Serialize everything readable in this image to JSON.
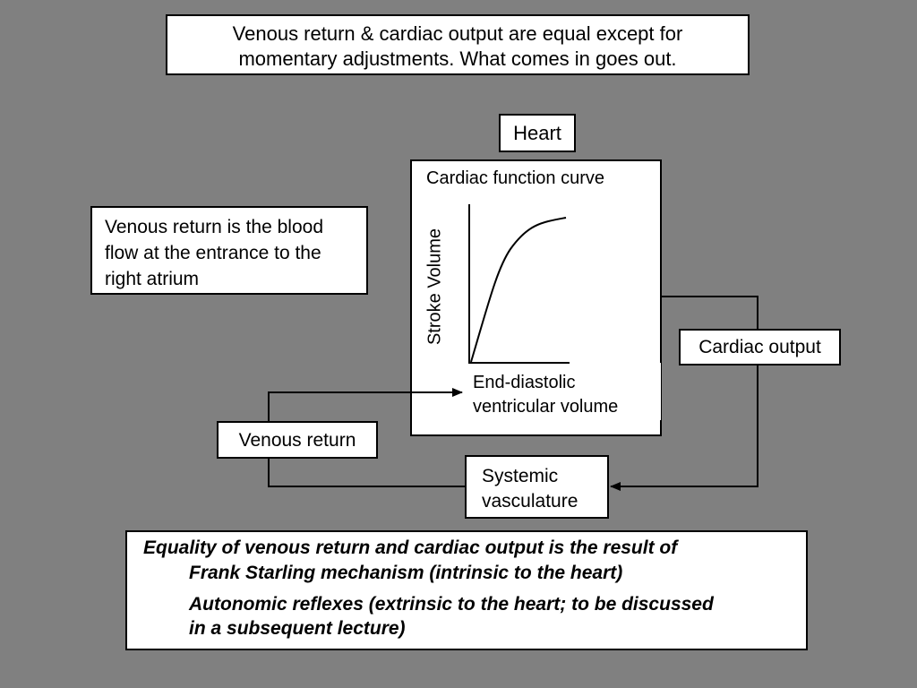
{
  "banner": {
    "line1": "Venous return & cardiac output are equal except for",
    "line2": "momentary adjustments. What comes in goes out."
  },
  "heart": {
    "label": "Heart"
  },
  "definition": {
    "line1": "Venous return is the blood",
    "line2": "flow at the entrance to the",
    "line3": "right atrium"
  },
  "curve_panel": {
    "title": "Cardiac function curve",
    "y_axis_label": "Stroke Volume",
    "x_axis_label_line1": "End-diastolic",
    "x_axis_label_line2": "ventricular volume"
  },
  "cardiac_output": {
    "label": "Cardiac output"
  },
  "venous_return": {
    "label": "Venous return"
  },
  "systemic": {
    "line1": "Systemic",
    "line2": "vasculature"
  },
  "summary": {
    "line1": "Equality of venous return and cardiac output is the result of",
    "line2": "Frank Starling mechanism (intrinsic to the heart)",
    "line3a": "Autonomic reflexes (extrinsic to the heart; to be discussed",
    "line3b": "in a subsequent lecture)"
  },
  "colors": {
    "background": "#808080",
    "box_fill": "#ffffff",
    "stroke": "#000000"
  }
}
